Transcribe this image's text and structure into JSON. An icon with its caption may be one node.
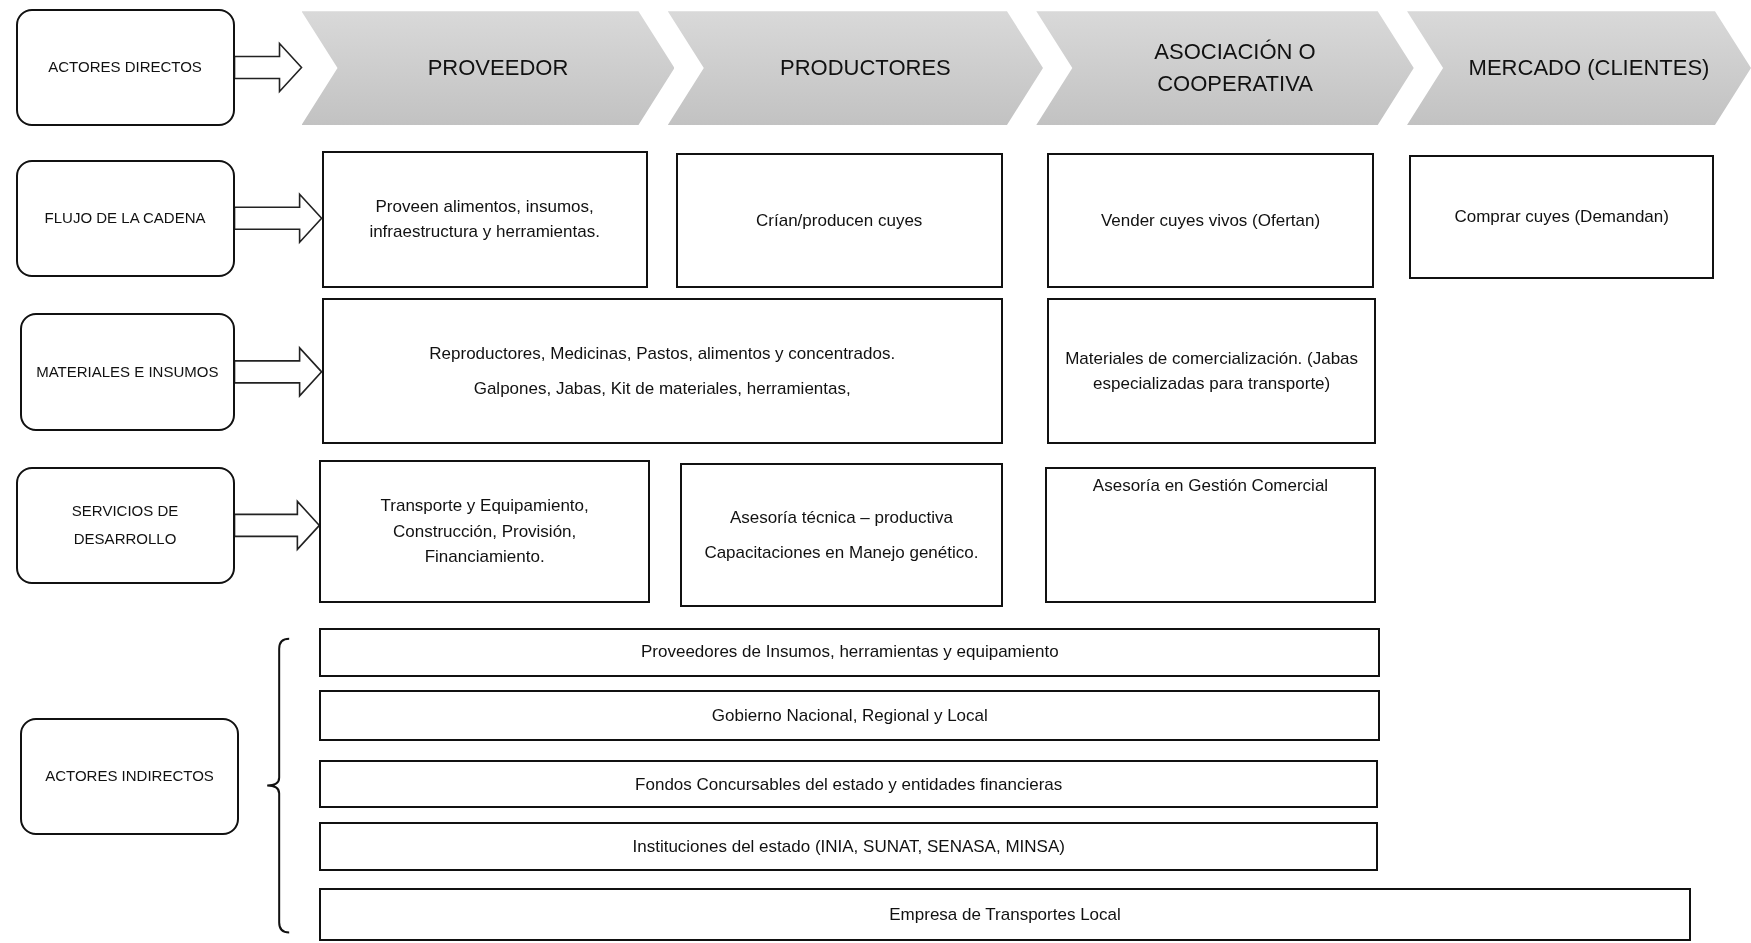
{
  "diagram": {
    "nodes": [
      {
        "text": [
          "ACTORES DIRECTOS"
        ]
      },
      {
        "text": [
          "PROVEEDOR"
        ]
      },
      {
        "text": [
          "PRODUCTORES"
        ]
      },
      {
        "text": [
          "ASOCIACIÓN O COOPERATIVA"
        ]
      },
      {
        "text": [
          "MERCADO (CLIENTES)"
        ]
      },
      {
        "text": [
          "FLUJO DE LA CADENA"
        ]
      },
      {
        "text": [
          "Proveen alimentos, insumos, infraestructura y herramientas."
        ]
      },
      {
        "text": [
          "Crían/producen cuyes"
        ]
      },
      {
        "text": [
          "Vender cuyes vivos (Ofertan)"
        ]
      },
      {
        "text": [
          "Comprar cuyes (Demandan)"
        ]
      },
      {
        "text": [
          "MATERIALES E INSUMOS"
        ]
      },
      {
        "text": [
          "Reproductores, Medicinas, Pastos, alimentos y concentrados.",
          "Galpones, Jabas, Kit de materiales, herramientas,"
        ]
      },
      {
        "text": [
          "Materiales de comercialización. (Jabas especializadas para transporte)"
        ]
      },
      {
        "text": [
          "SERVICIOS DE DESARROLLO"
        ]
      },
      {
        "text": [
          "Transporte y Equipamiento, Construcción, Provisión, Financiamiento."
        ]
      },
      {
        "text": [
          "Asesoría técnica – productiva",
          "Capacitaciones en Manejo genético."
        ]
      },
      {
        "text": [
          "Asesoría en Gestión Comercial"
        ]
      },
      {
        "text": [
          "ACTORES INDIRECTOS"
        ]
      },
      {
        "text": [
          "Proveedores de Insumos, herramientas y equipamiento"
        ]
      },
      {
        "text": [
          "Gobierno Nacional, Regional y Local"
        ]
      },
      {
        "text": [
          "Fondos Concursables del estado y entidades financieras"
        ]
      },
      {
        "text": [
          "Instituciones del estado (INIA, SUNAT, SENASA, MINSA)"
        ]
      },
      {
        "text": [
          "Empresa de Transportes Local"
        ]
      }
    ],
    "edges": [
      {
        "from": 0,
        "to": 1,
        "arrow": "to"
      },
      {
        "from": 5,
        "to": 6,
        "arrow": "to"
      },
      {
        "from": 10,
        "to": 11,
        "arrow": "to"
      },
      {
        "from": 13,
        "to": 14,
        "arrow": "to"
      }
    ]
  }
}
